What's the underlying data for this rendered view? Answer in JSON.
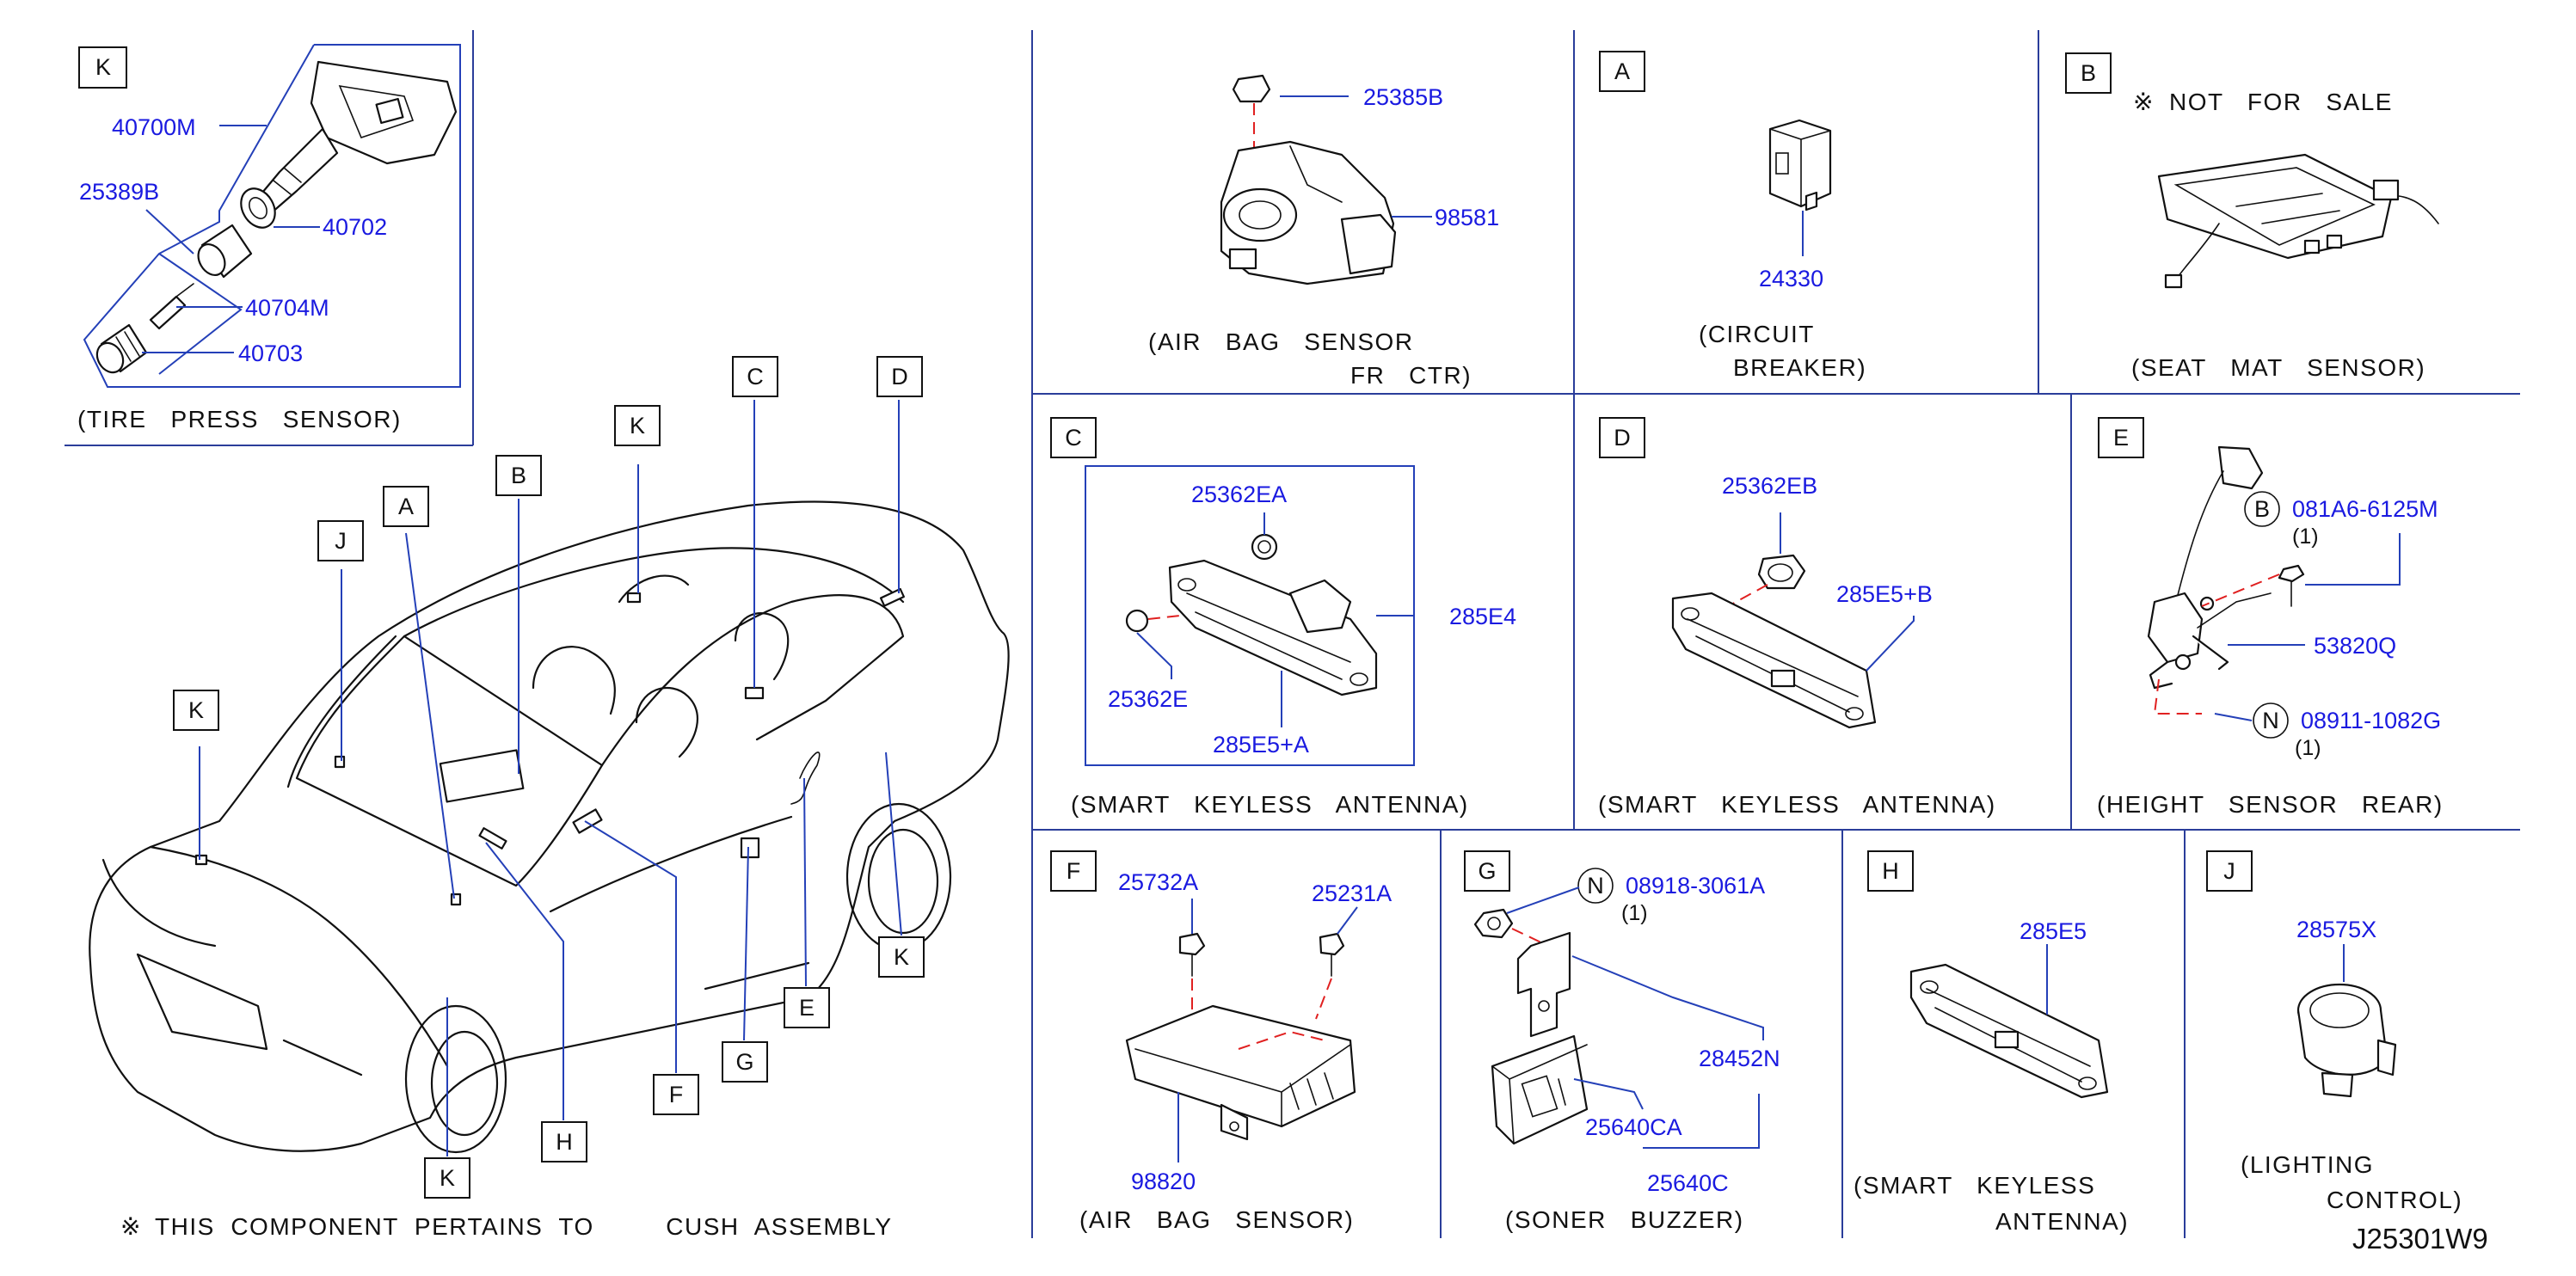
{
  "note_symbol": "※",
  "footer_note": "THIS  COMPONENT  PERTAINS  TO         CUSH  ASSEMBLY",
  "diagram_code": "J25301W9",
  "car_callouts": [
    "K",
    "J",
    "A",
    "B",
    "K",
    "C",
    "D",
    "H",
    "F",
    "G",
    "E",
    "K",
    "K"
  ],
  "panel_K": {
    "letter": "K",
    "caption": "(TIRE   PRESS   SENSOR)",
    "parts": [
      "40700M",
      "25389B",
      "40702",
      "40704M",
      "40703"
    ]
  },
  "panel_air_bag_fr": {
    "caption_line1": "(AIR   BAG   SENSOR",
    "caption_line2": "FR   CTR)",
    "parts": [
      "25385B",
      "98581"
    ]
  },
  "panel_A": {
    "letter": "A",
    "caption_line1": "(CIRCUIT",
    "caption_line2": "BREAKER)",
    "parts": [
      "24330"
    ]
  },
  "panel_B": {
    "letter": "B",
    "note": "NOT   FOR   SALE",
    "caption": "(SEAT   MAT   SENSOR)"
  },
  "panel_C": {
    "letter": "C",
    "caption": "(SMART   KEYLESS   ANTENNA)",
    "parts": [
      "25362EA",
      "285E4",
      "25362E",
      "285E5+A"
    ]
  },
  "panel_D": {
    "letter": "D",
    "caption": "(SMART   KEYLESS   ANTENNA)",
    "parts": [
      "25362EB",
      "285E5+B"
    ]
  },
  "panel_E": {
    "letter": "E",
    "caption": "(HEIGHT   SENSOR   REAR)",
    "bolt": {
      "prefix": "B",
      "part": "081A6-6125M",
      "qty": "(1)"
    },
    "sensor": "53820Q",
    "nut": {
      "prefix": "N",
      "part": "08911-1082G",
      "qty": "(1)"
    }
  },
  "panel_F": {
    "letter": "F",
    "caption": "(AIR   BAG   SENSOR)",
    "parts": [
      "25732A",
      "25231A",
      "98820"
    ]
  },
  "panel_G": {
    "letter": "G",
    "caption": "(SONER   BUZZER)",
    "nut": {
      "prefix": "N",
      "part": "08918-3061A",
      "qty": "(1)"
    },
    "parts": [
      "28452N",
      "25640CA",
      "25640C"
    ]
  },
  "panel_H": {
    "letter": "H",
    "caption_line1": "(SMART   KEYLESS",
    "caption_line2": "ANTENNA)",
    "parts": [
      "285E5"
    ]
  },
  "panel_J": {
    "letter": "J",
    "caption_line1": "(LIGHTING",
    "caption_line2": "CONTROL)",
    "parts": [
      "28575X"
    ]
  }
}
